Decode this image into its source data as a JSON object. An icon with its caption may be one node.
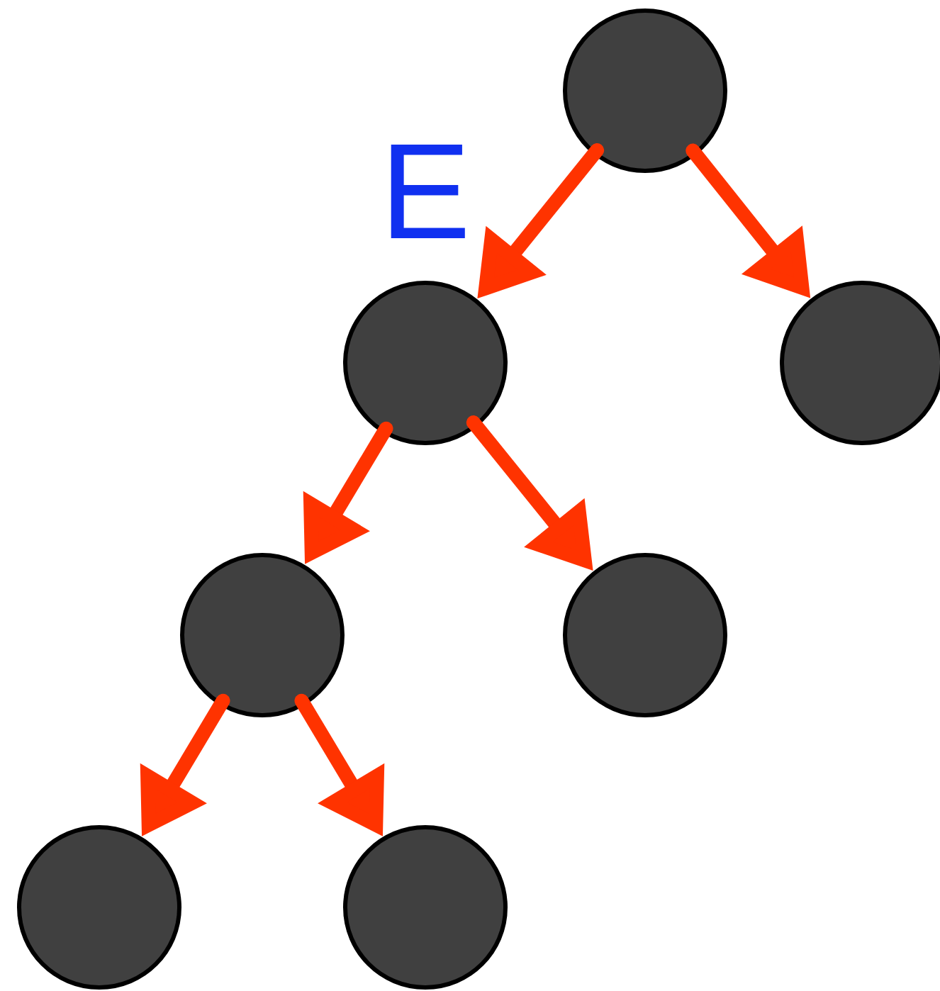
{
  "diagram": {
    "nodes": [
      {
        "text": [],
        "shape": "circle"
      },
      {
        "text": [],
        "shape": "circle"
      },
      {
        "text": [],
        "shape": "circle"
      },
      {
        "text": [],
        "shape": "circle"
      },
      {
        "text": [],
        "shape": "circle"
      },
      {
        "text": [],
        "shape": "circle"
      },
      {
        "text": [],
        "shape": "circle"
      }
    ],
    "edges": [
      {
        "from": 0,
        "to": 1,
        "arrow": "to"
      },
      {
        "from": 0,
        "to": 2,
        "arrow": "to"
      },
      {
        "from": 1,
        "to": 3,
        "arrow": "to"
      },
      {
        "from": 1,
        "to": 4,
        "arrow": "to"
      },
      {
        "from": 3,
        "to": 5,
        "arrow": "to"
      },
      {
        "from": 3,
        "to": 6,
        "arrow": "to"
      }
    ],
    "labels": [
      "E"
    ]
  }
}
